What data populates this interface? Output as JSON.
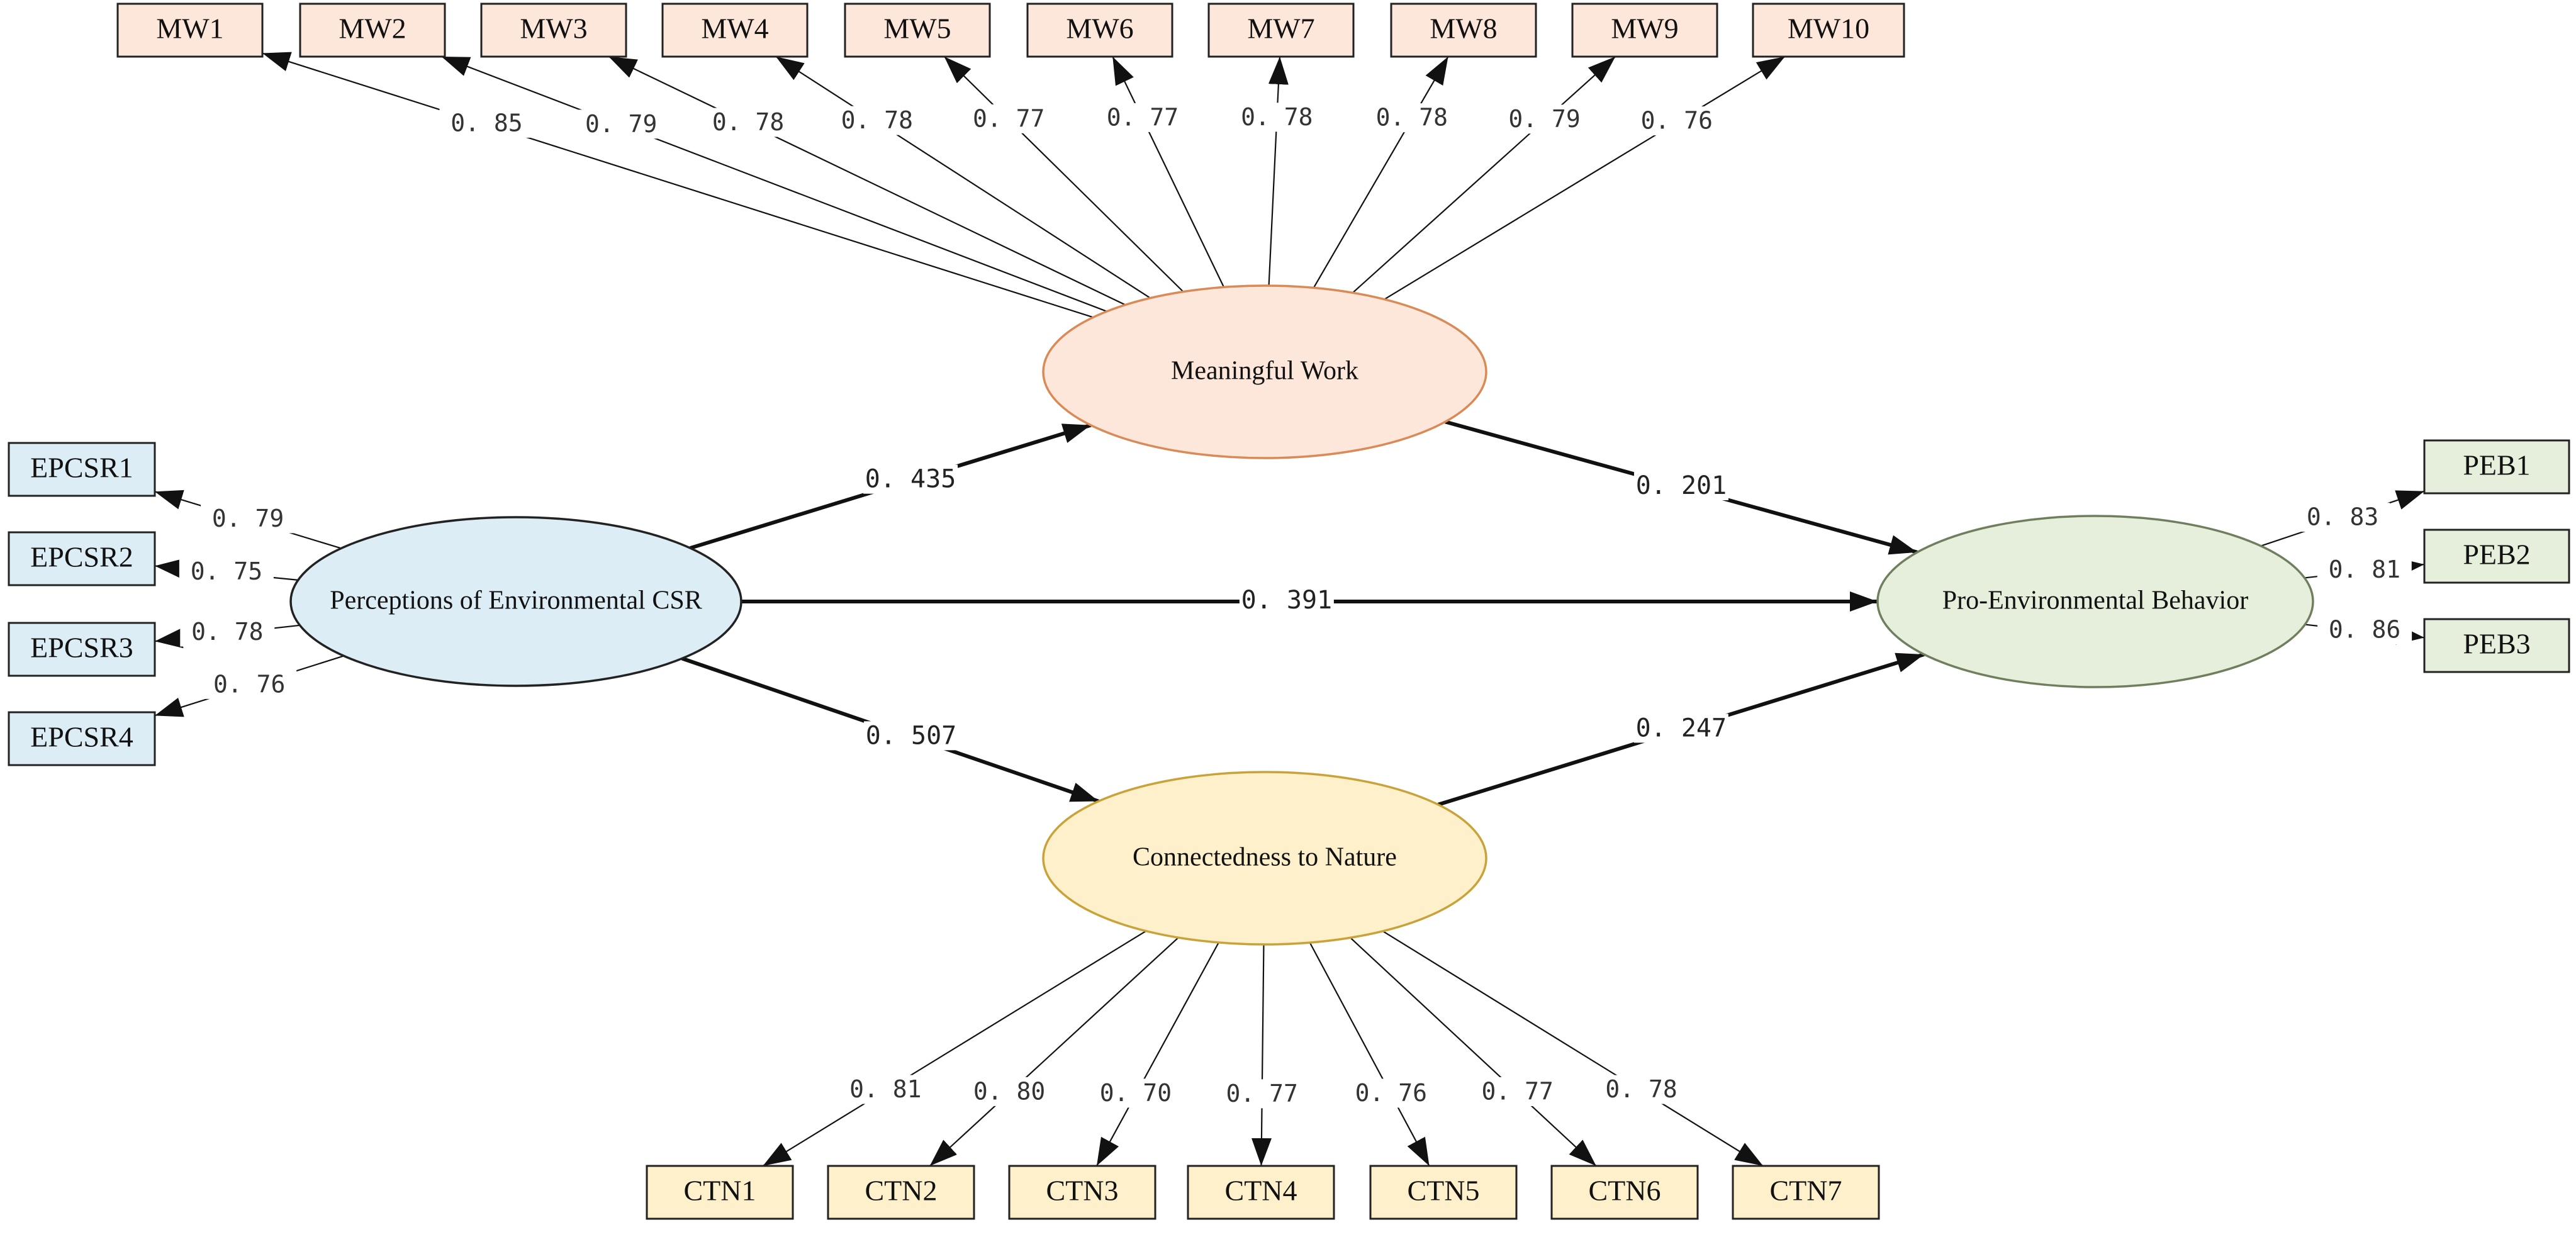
{
  "colors": {
    "mw_fill": "#fde6da",
    "mw_stroke": "#d98a56",
    "ctn_fill": "#fdf0cb",
    "ctn_stroke": "#c9a23a",
    "csr_fill": "#dcedf5",
    "csr_stroke": "#222222",
    "peb_fill": "#e6efdc",
    "peb_stroke": "#6f7f5e",
    "box_stroke": "#222222",
    "line": "#111111"
  },
  "latents": {
    "mw": {
      "label": "Meaningful Work"
    },
    "csr": {
      "label": "Perceptions of Environmental CSR"
    },
    "peb": {
      "label": "Pro-Environmental Behavior"
    },
    "ctn": {
      "label": "Connectedness to Nature"
    }
  },
  "indicators": {
    "mw": [
      {
        "label": "MW1",
        "loading": "0. 85"
      },
      {
        "label": "MW2",
        "loading": "0. 79"
      },
      {
        "label": "MW3",
        "loading": "0. 78"
      },
      {
        "label": "MW4",
        "loading": "0. 78"
      },
      {
        "label": "MW5",
        "loading": "0. 77"
      },
      {
        "label": "MW6",
        "loading": "0. 77"
      },
      {
        "label": "MW7",
        "loading": "0. 78"
      },
      {
        "label": "MW8",
        "loading": "0. 78"
      },
      {
        "label": "MW9",
        "loading": "0. 79"
      },
      {
        "label": "MW10",
        "loading": "0. 76"
      }
    ],
    "csr": [
      {
        "label": "EPCSR1",
        "loading": "0. 79"
      },
      {
        "label": "EPCSR2",
        "loading": "0. 75"
      },
      {
        "label": "EPCSR3",
        "loading": "0. 78"
      },
      {
        "label": "EPCSR4",
        "loading": "0. 76"
      }
    ],
    "peb": [
      {
        "label": "PEB1",
        "loading": "0. 83"
      },
      {
        "label": "PEB2",
        "loading": "0. 81"
      },
      {
        "label": "PEB3",
        "loading": "0. 86"
      }
    ],
    "ctn": [
      {
        "label": "CTN1",
        "loading": "0. 81"
      },
      {
        "label": "CTN2",
        "loading": "0. 80"
      },
      {
        "label": "CTN3",
        "loading": "0. 70"
      },
      {
        "label": "CTN4",
        "loading": "0. 77"
      },
      {
        "label": "CTN5",
        "loading": "0. 76"
      },
      {
        "label": "CTN6",
        "loading": "0. 77"
      },
      {
        "label": "CTN7",
        "loading": "0. 78"
      }
    ]
  },
  "paths": {
    "csr_mw": "0. 435",
    "mw_peb": "0. 201",
    "csr_peb": "0. 391",
    "csr_ctn": "0. 507",
    "ctn_peb": "0. 247"
  }
}
